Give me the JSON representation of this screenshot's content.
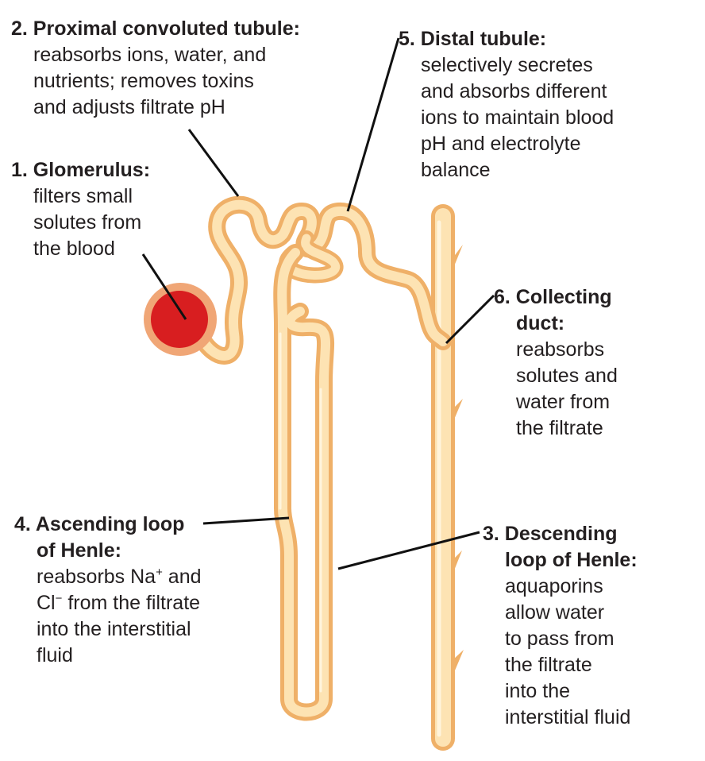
{
  "colors": {
    "tubule_outer": "#efb068",
    "tubule_inner": "#fde3b3",
    "tubule_highlight": "#fff4dc",
    "glomerulus_fill": "#d81e20",
    "glomerulus_rim": "#f0a676",
    "leader_line": "#111111"
  },
  "labels": {
    "glomerulus": {
      "title": "1. Glomerulus:",
      "lines": [
        "filters small",
        "solutes from",
        "the blood"
      ]
    },
    "proximal": {
      "title": "2. Proximal convoluted tubule:",
      "lines": [
        "reabsorbs ions, water, and",
        "nutrients; removes toxins",
        "and adjusts filtrate pH"
      ]
    },
    "descending": {
      "title_lines": [
        "3. Descending",
        "loop of Henle:"
      ],
      "lines": [
        "aquaporins",
        "allow water",
        "to pass from",
        "the filtrate",
        "into the",
        "interstitial fluid"
      ]
    },
    "ascending": {
      "title_lines": [
        "4. Ascending loop",
        "of Henle:"
      ],
      "na_text": "reabsorbs Na",
      "na_sup": "+",
      "na_after": " and",
      "cl_text": "Cl",
      "cl_sup": "−",
      "cl_after": " from the filtrate",
      "lines": [
        "into the interstitial",
        "fluid"
      ]
    },
    "distal": {
      "title": "5. Distal tubule:",
      "lines": [
        "selectively secretes",
        "and absorbs different",
        "ions to maintain blood",
        "pH and electrolyte",
        "balance"
      ]
    },
    "collecting": {
      "title_lines": [
        "6. Collecting",
        "duct:"
      ],
      "lines": [
        "reabsorbs",
        "solutes and",
        "water from",
        "the filtrate"
      ]
    }
  }
}
